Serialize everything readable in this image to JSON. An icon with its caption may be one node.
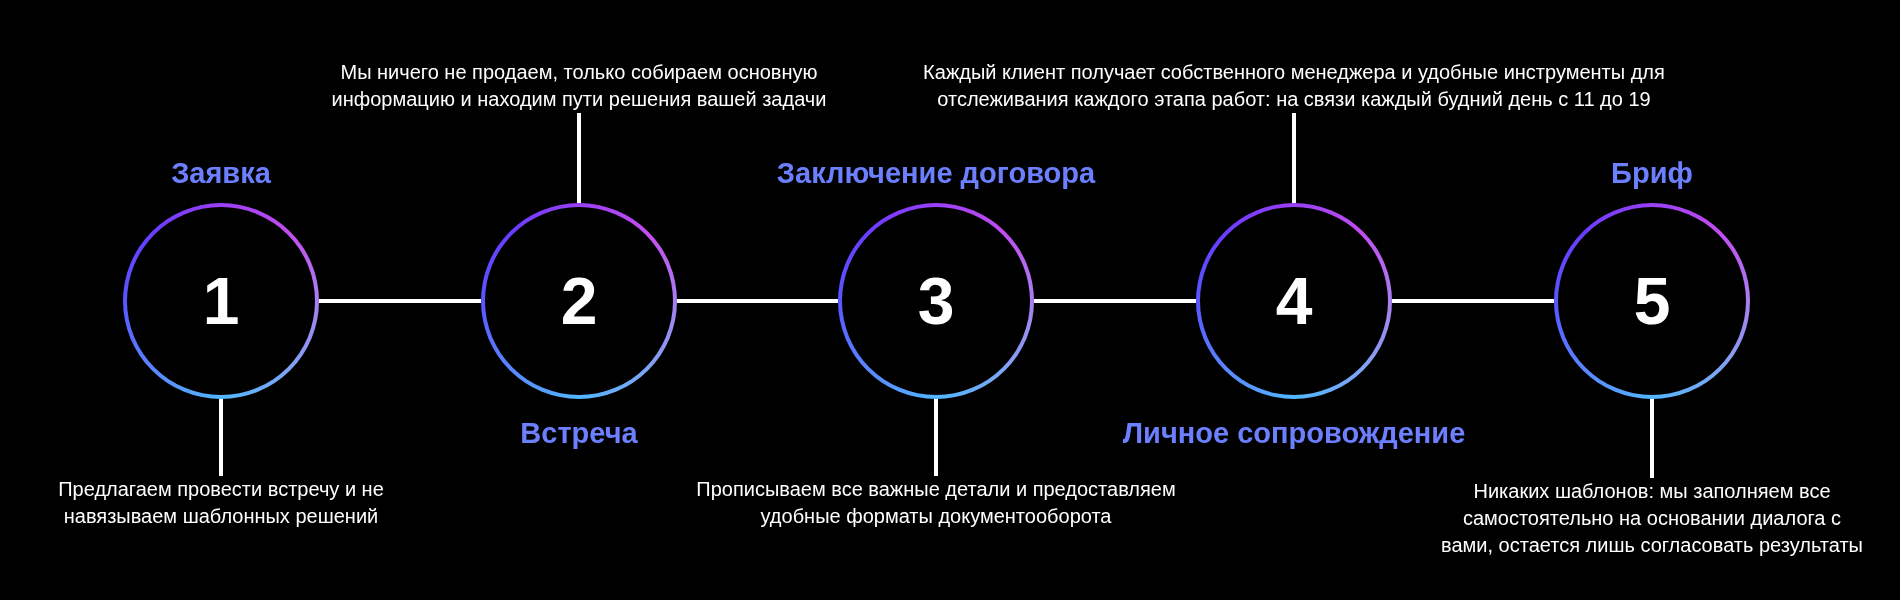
{
  "diagram": {
    "nodes": [
      {
        "text": [
          "1"
        ],
        "beside": [
          "Заявка"
        ]
      },
      {
        "text": [
          "Предлагаем провести встречу и не навязываем шаблонных решений"
        ]
      },
      {
        "text": [
          "2"
        ],
        "beside": [
          "Встреча"
        ]
      },
      {
        "text": [
          "Мы ничего не продаем, только собираем основную информацию и находим пути решения вашей задачи"
        ]
      },
      {
        "text": [
          "3"
        ],
        "beside": [
          "Заключение договора"
        ]
      },
      {
        "text": [
          "Прописываем все важные детали и предоставляем удобные форматы документооборота"
        ]
      },
      {
        "text": [
          "4"
        ],
        "beside": [
          "Личное сопровождение"
        ]
      },
      {
        "text": [
          "Каждый клиент получает собственного менеджера и удобные инструменты для отслеживания каждого этапа работ: на связи каждый будний день с 11 до 19"
        ]
      },
      {
        "text": [
          "5"
        ],
        "beside": [
          "Бриф"
        ]
      },
      {
        "text": [
          "Никаких шаблонов: мы заполняем все самостоятельно на основании диалога с вами, остается лишь согласовать результаты"
        ]
      }
    ],
    "edges": [
      {
        "from": 0,
        "to": 2,
        "arrow": "none"
      },
      {
        "from": 2,
        "to": 4,
        "arrow": "none"
      },
      {
        "from": 4,
        "to": 6,
        "arrow": "none"
      },
      {
        "from": 6,
        "to": 8,
        "arrow": "none"
      },
      {
        "from": 1,
        "to": 0,
        "arrow": "none"
      },
      {
        "from": 3,
        "to": 2,
        "arrow": "none"
      },
      {
        "from": 5,
        "to": 4,
        "arrow": "none"
      },
      {
        "from": 7,
        "to": 6,
        "arrow": "none"
      },
      {
        "from": 9,
        "to": 8,
        "arrow": "none"
      }
    ]
  }
}
